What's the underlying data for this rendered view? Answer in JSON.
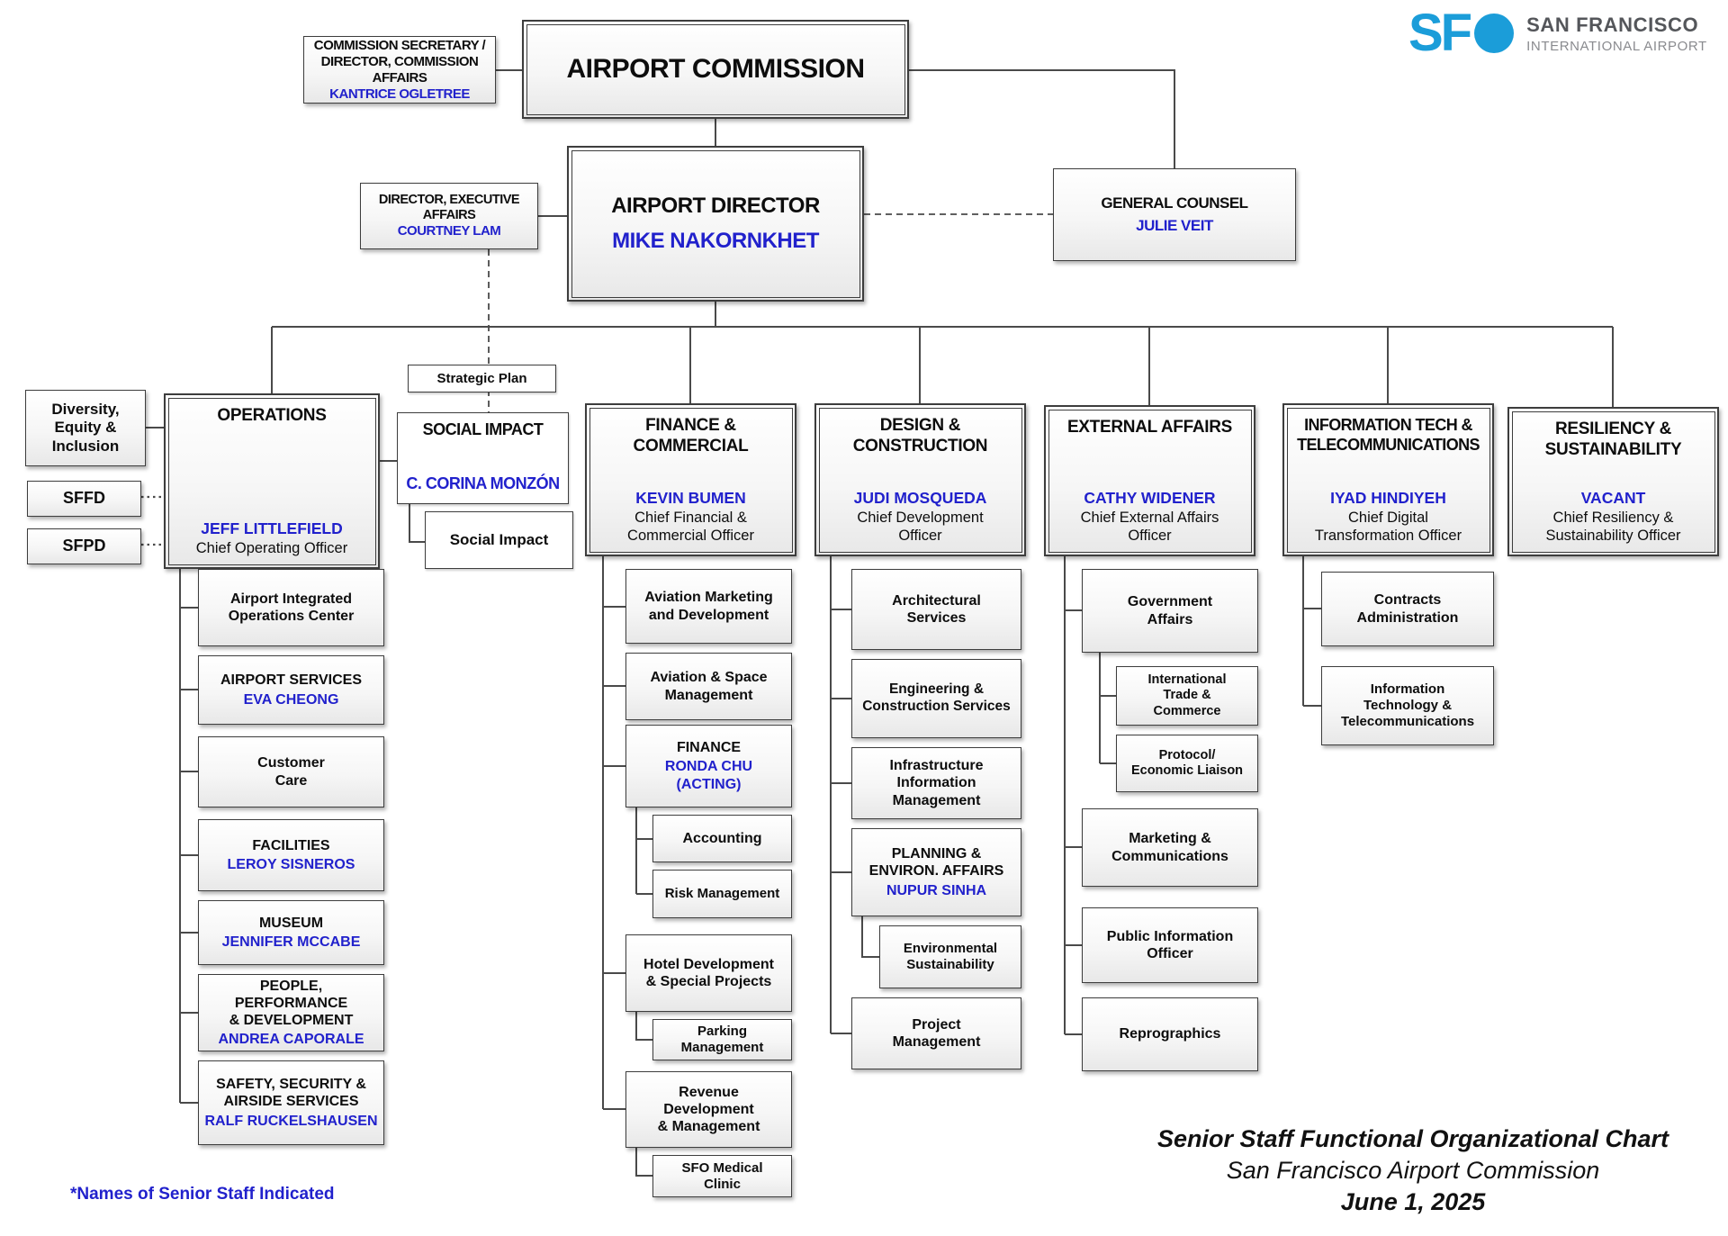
{
  "colors": {
    "accent_blue": "#2121cc",
    "sfo_blue": "#1b9dd9",
    "line": "#4a4a4a",
    "box_border": "#3d3d3d"
  },
  "logo": {
    "mark": "SF",
    "line1": "SAN FRANCISCO",
    "line2": "INTERNATIONAL AIRPORT"
  },
  "top": {
    "secretary": {
      "title": "COMMISSION SECRETARY /\nDIRECTOR, COMMISSION AFFAIRS",
      "name": "KANTRICE OGLETREE"
    },
    "commission": {
      "title": "AIRPORT COMMISSION"
    },
    "executive_affairs": {
      "title": "DIRECTOR, EXECUTIVE AFFAIRS",
      "name": "COURTNEY LAM"
    },
    "director": {
      "title": "AIRPORT DIRECTOR",
      "name": "MIKE NAKORNKHET"
    },
    "general_counsel": {
      "title": "GENERAL COUNSEL",
      "name": "JULIE VEIT"
    }
  },
  "left": {
    "dei": "Diversity,\nEquity &\nInclusion",
    "sffd": "SFFD",
    "sfpd": "SFPD"
  },
  "strategic_plan": "Strategic Plan",
  "social_impact": {
    "title": "SOCIAL IMPACT",
    "name": "C. CORINA MONZÓN",
    "sub": "Social Impact"
  },
  "divisions": {
    "operations": {
      "title": "OPERATIONS",
      "name": "JEFF LITTLEFIELD",
      "role": "Chief Operating Officer",
      "children": [
        {
          "title": "Airport Integrated\nOperations Center"
        },
        {
          "title": "AIRPORT SERVICES",
          "name": "EVA CHEONG"
        },
        {
          "title": "Customer\nCare"
        },
        {
          "title": "FACILITIES",
          "name": "LEROY SISNEROS"
        },
        {
          "title": "MUSEUM",
          "name": "JENNIFER MCCABE"
        },
        {
          "title": "PEOPLE, PERFORMANCE\n& DEVELOPMENT",
          "name": "ANDREA CAPORALE"
        },
        {
          "title": "SAFETY, SECURITY &\nAIRSIDE SERVICES",
          "name": "RALF RUCKELSHAUSEN"
        }
      ]
    },
    "finance": {
      "title": "FINANCE &\nCOMMERCIAL",
      "name": "KEVIN BUMEN",
      "role": "Chief Financial &\nCommercial Officer",
      "children": [
        {
          "title": "Aviation Marketing\nand Development"
        },
        {
          "title": "Aviation & Space\nManagement"
        },
        {
          "title": "FINANCE",
          "name": "RONDA CHU\n(ACTING)"
        },
        {
          "title": "Accounting"
        },
        {
          "title": "Risk Management"
        },
        {
          "title": "Hotel Development\n& Special Projects"
        },
        {
          "title": "Parking\nManagement"
        },
        {
          "title": "Revenue\nDevelopment\n& Management"
        },
        {
          "title": "SFO Medical\nClinic"
        }
      ]
    },
    "design": {
      "title": "DESIGN &\nCONSTRUCTION",
      "name": "JUDI MOSQUEDA",
      "role": "Chief Development\nOfficer",
      "children": [
        {
          "title": "Architectural\nServices"
        },
        {
          "title": "Engineering &\nConstruction Services"
        },
        {
          "title": "Infrastructure\nInformation\nManagement"
        },
        {
          "title": "PLANNING &\nENVIRON. AFFAIRS",
          "name": "NUPUR SINHA"
        },
        {
          "title": "Environmental\nSustainability"
        },
        {
          "title": "Project\nManagement"
        }
      ]
    },
    "external": {
      "title": "EXTERNAL AFFAIRS",
      "name": "CATHY WIDENER",
      "role": "Chief External Affairs\nOfficer",
      "children": [
        {
          "title": "Government\nAffairs"
        },
        {
          "title": "International\nTrade &\nCommerce"
        },
        {
          "title": "Protocol/\nEconomic Liaison"
        },
        {
          "title": "Marketing &\nCommunications"
        },
        {
          "title": "Public Information\nOfficer"
        },
        {
          "title": "Reprographics"
        }
      ]
    },
    "it": {
      "title": "INFORMATION TECH &\nTELECOMMUNICATIONS",
      "name": "IYAD HINDIYEH",
      "role": "Chief Digital\nTransformation Officer",
      "children": [
        {
          "title": "Contracts\nAdministration"
        },
        {
          "title": "Information\nTechnology &\nTelecommunications"
        }
      ]
    },
    "resiliency": {
      "title": "RESILIENCY &\nSUSTAINABILITY",
      "name": "VACANT",
      "role": "Chief Resiliency &\nSustainability Officer",
      "children": []
    }
  },
  "footer": {
    "note": "*Names of Senior Staff Indicated",
    "title": "Senior Staff Functional Organizational Chart",
    "subtitle": "San Francisco Airport Commission",
    "date": "June 1, 2025"
  }
}
